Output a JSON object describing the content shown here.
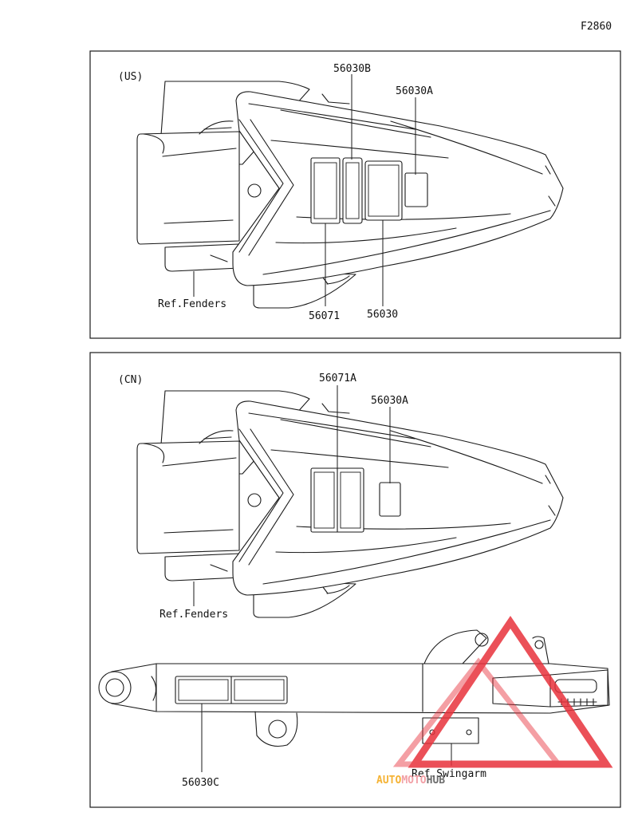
{
  "figure_code": "F2860",
  "panels": [
    {
      "region": "(US)",
      "ref_label": "Ref.Fenders",
      "parts": [
        "56030B",
        "56030A",
        "56071",
        "56030"
      ]
    },
    {
      "region": "(CN)",
      "ref_label": "Ref.Fenders",
      "ref_label_2": "Ref.Swingarm",
      "parts": [
        "56071A",
        "56030A",
        "56030C"
      ]
    }
  ],
  "watermark": {
    "part1": "AUTO",
    "part2": "MOTO",
    "part3": "HUB",
    "colors": {
      "auto": "#f5b335",
      "moto": "#f2a0a6",
      "hub": "#6d6d6d",
      "triangle": "#e8323c"
    }
  }
}
